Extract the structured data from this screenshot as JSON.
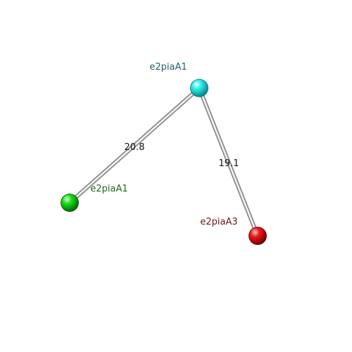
{
  "nodes": [
    {
      "id": "n1",
      "label": "e2piaA1",
      "color": "#00e5e5",
      "label_color": "#1f5f66"
    },
    {
      "id": "n2",
      "label": "e2piaA1",
      "color": "#00c800",
      "label_color": "#1f6b1f"
    },
    {
      "id": "n3",
      "label": "e2piaA3",
      "color": "#e60000",
      "label_color": "#6b1a1a"
    }
  ],
  "edges": [
    {
      "id": "e1",
      "from": "n1",
      "to": "n2",
      "label": "20.8"
    },
    {
      "id": "e2",
      "from": "n1",
      "to": "n3",
      "label": "19.1"
    }
  ]
}
